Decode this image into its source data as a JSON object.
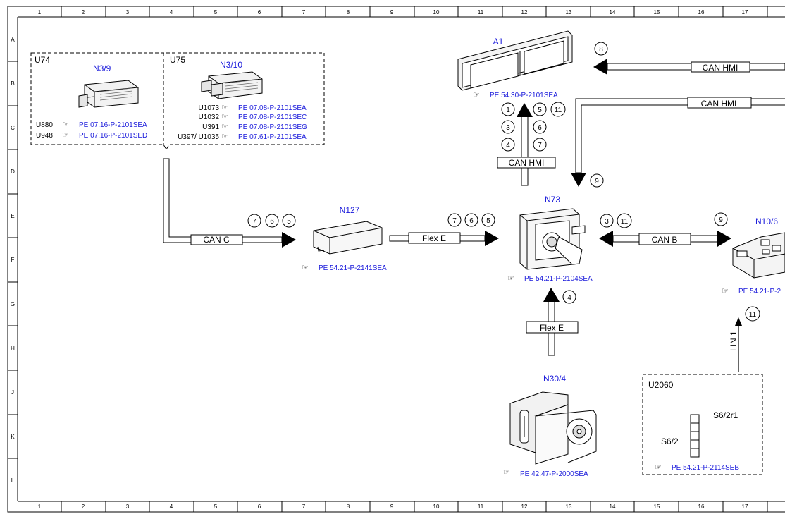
{
  "grid": {
    "columns": [
      "1",
      "2",
      "3",
      "4",
      "5",
      "6",
      "7",
      "8",
      "9",
      "10",
      "11",
      "12",
      "13",
      "14",
      "15",
      "16",
      "17"
    ],
    "rows": [
      "A",
      "B",
      "C",
      "D",
      "E",
      "F",
      "G",
      "H",
      "J",
      "K",
      "L"
    ]
  },
  "components": {
    "u74": {
      "group": "U74",
      "id": "N3/9",
      "refs": [
        {
          "code": "U880",
          "pe": "PE 07.16-P-2101SEA"
        },
        {
          "code": "U948",
          "pe": "PE 07.16-P-2101SED"
        }
      ]
    },
    "u75": {
      "group": "U75",
      "id": "N3/10",
      "refs": [
        {
          "code": "U1073",
          "pe": "PE 07.08-P-2101SEA"
        },
        {
          "code": "U1032",
          "pe": "PE 07.08-P-2101SEC"
        },
        {
          "code": "U391",
          "pe": "PE 07.08-P-2101SEG"
        },
        {
          "code": "U397/ U1035",
          "pe": "PE 07.61-P-2101SEA"
        }
      ]
    },
    "a1": {
      "id": "A1",
      "pe": "PE 54.30-P-2101SEA"
    },
    "n127": {
      "id": "N127",
      "pe": "PE 54.21-P-2141SEA"
    },
    "n73": {
      "id": "N73",
      "pe": "PE 54.21-P-2104SEA"
    },
    "n10": {
      "id": "N10/6",
      "pe": "PE 54.21-P-2"
    },
    "n30": {
      "id": "N30/4",
      "pe": "PE 42.47-P-2000SEA"
    },
    "u2060": {
      "group": "U2060",
      "s62r1": "S6/2r1",
      "s62": "S6/2",
      "pe": "PE 54.21-P-2114SEB"
    }
  },
  "buses": {
    "can_c": "CAN C",
    "flex_e_1": "Flex E",
    "flex_e_2": "Flex E",
    "can_b": "CAN B",
    "can_hmi_1": "CAN HMI",
    "can_hmi_2": "CAN HMI",
    "can_hmi_3": "CAN HMI",
    "lin_1": "LIN 1"
  },
  "markers": {
    "m1": "1",
    "m3": "3",
    "m4": "4",
    "m5": "5",
    "m6": "6",
    "m7": "7",
    "m8": "8",
    "m9": "9",
    "m11": "11"
  }
}
